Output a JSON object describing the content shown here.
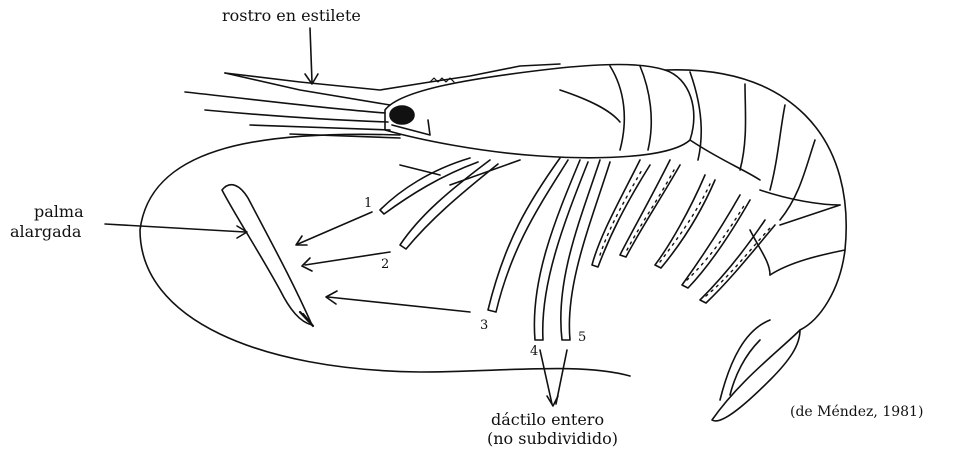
{
  "labels": {
    "rostro": "rostro en estilete",
    "palma_line1": "palma",
    "palma_line2": "alargada",
    "dactilo_line1": "dáctilo entero",
    "dactilo_line2": "(no subdividido)",
    "citation": "(de Méndez, 1981)"
  },
  "legs": [
    "1",
    "2",
    "3",
    "4",
    "5"
  ]
}
